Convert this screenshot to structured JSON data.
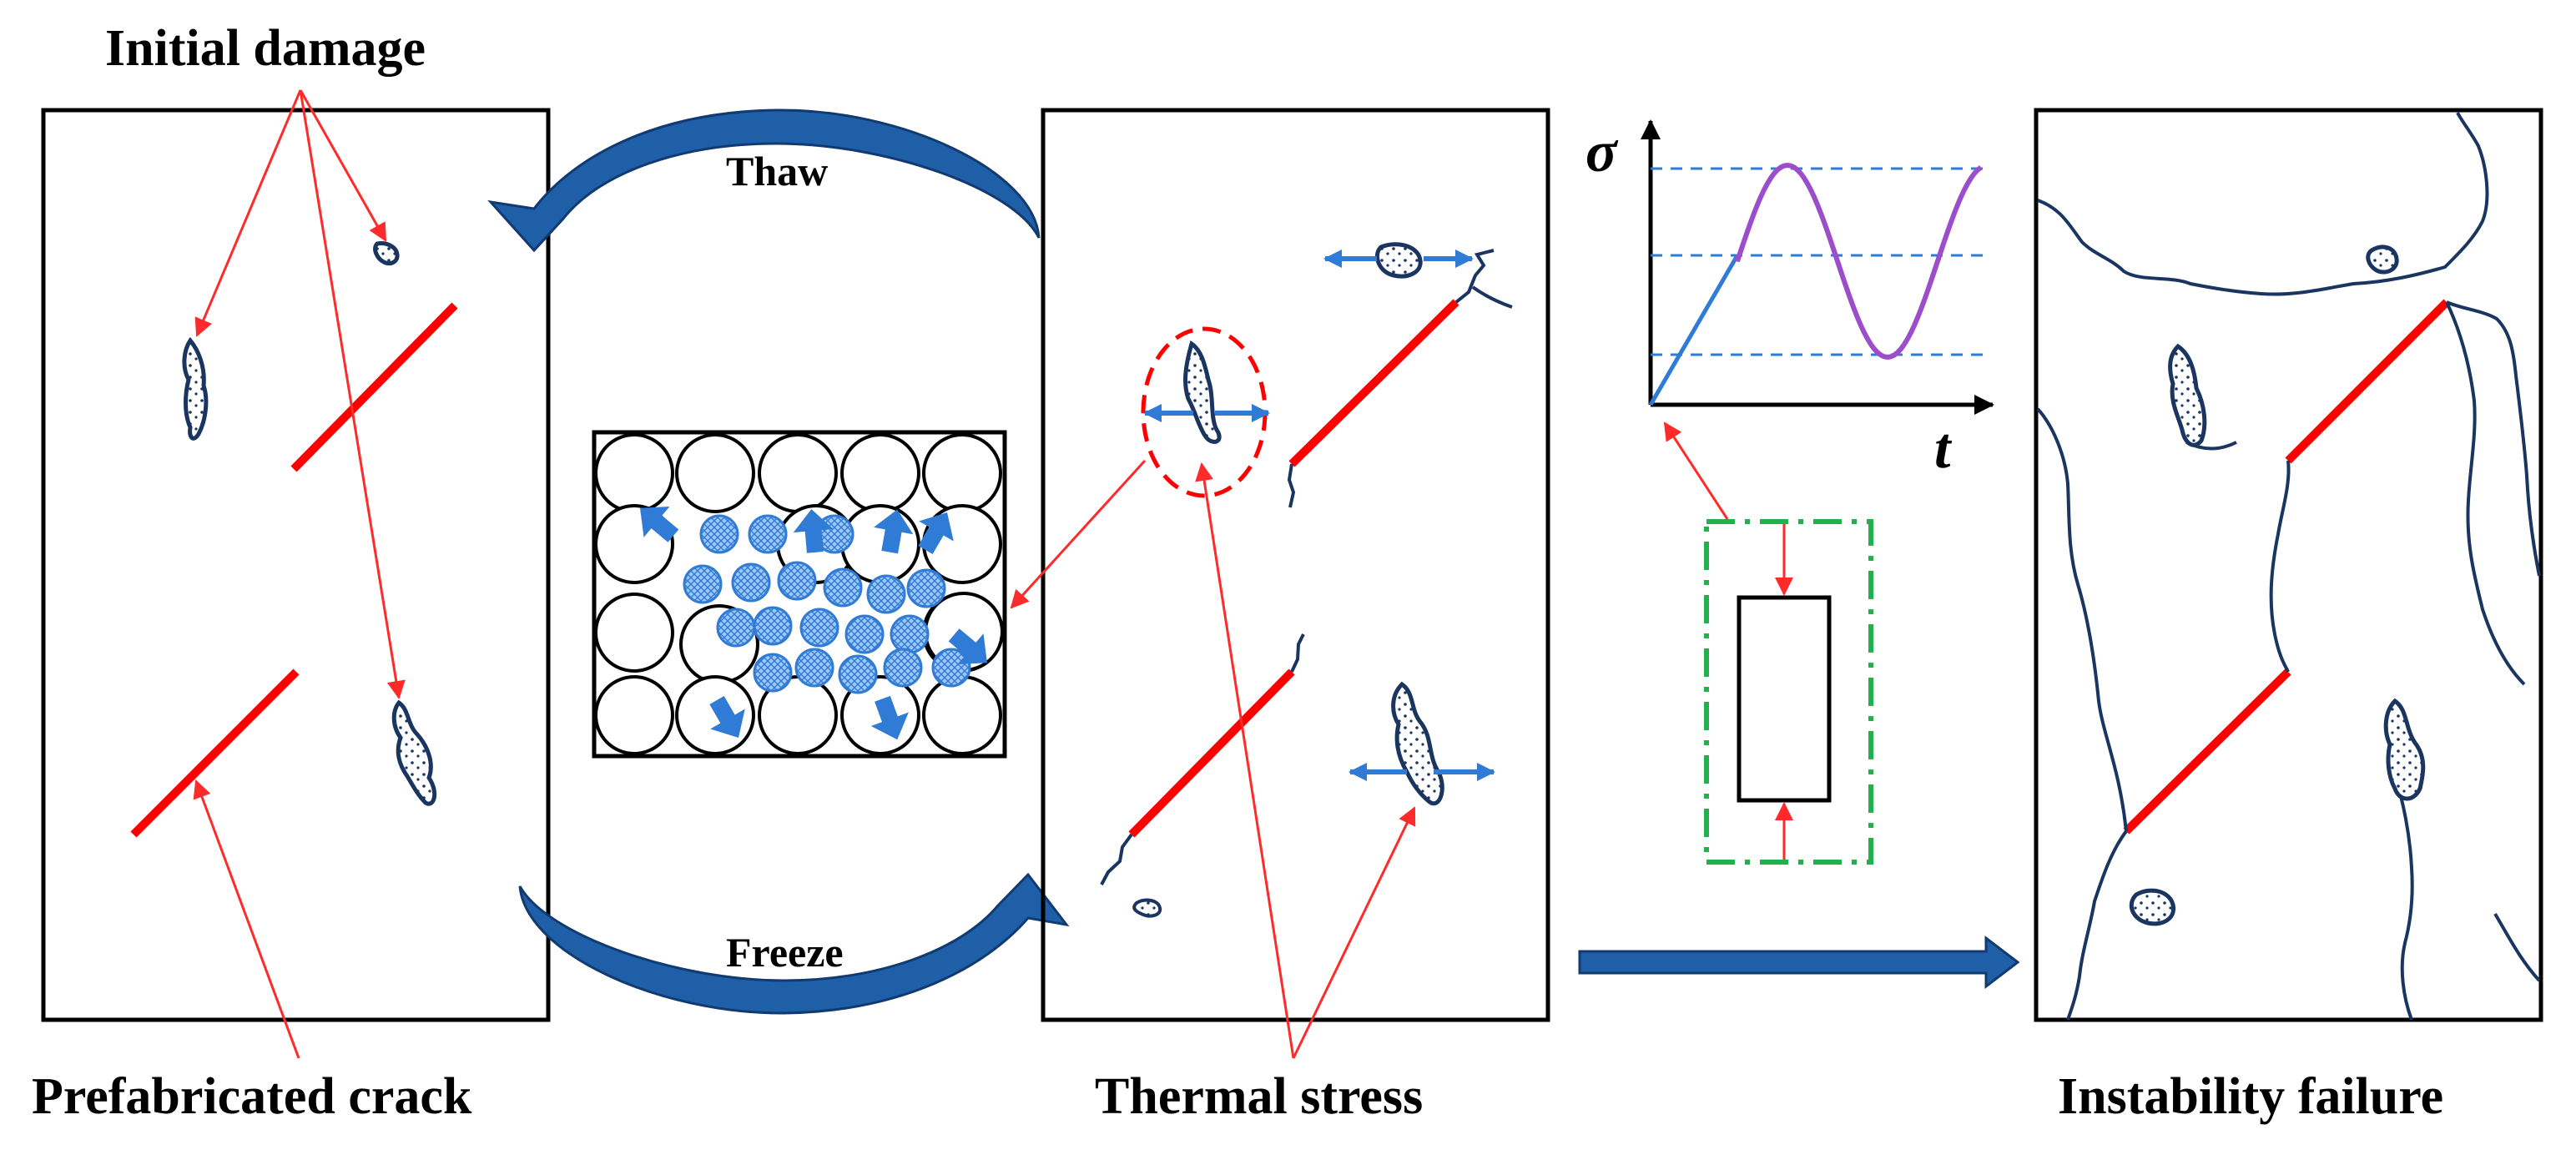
{
  "labels": {
    "initial_damage": "Initial damage",
    "prefabricated_crack": "Prefabricated crack",
    "thermal_stress": "Thermal stress",
    "instability_failure": "Instability failure",
    "thaw": "Thaw",
    "freeze": "Freeze"
  },
  "graph": {
    "y_symbol": "σ",
    "x_symbol": "t"
  },
  "colors": {
    "crack_red": "#ff0000",
    "annotation_red": "#ff2a2a",
    "fracture_navy": "#1a3560",
    "cycle_arrow_blue": "#1f5fa8",
    "ice_blue": "#3a86d6",
    "load_curve_purple": "#9b4dca",
    "frame_green": "#22b14c"
  },
  "icons": {
    "thaw_arrow": "curved-arrow-left-icon",
    "freeze_arrow": "curved-arrow-right-icon",
    "progress_arrow": "arrow-right-icon"
  }
}
